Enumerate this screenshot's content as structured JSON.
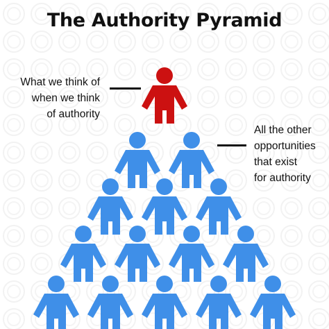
{
  "title": "The Authority Pyramid",
  "annotations": {
    "top": {
      "lines": [
        "What we think of",
        "when we think",
        "of authority"
      ]
    },
    "rest": {
      "lines": [
        "All the other",
        "opportunities",
        "that exist",
        "for authority"
      ]
    }
  },
  "colors": {
    "top_figure": "#cc1111",
    "other_figures": "#3f8fe8",
    "text": "#111111",
    "background_pattern": "#f0f0f0"
  },
  "pyramid": {
    "row_counts": [
      1,
      2,
      3,
      4,
      5
    ],
    "highlighted_row": 0
  }
}
